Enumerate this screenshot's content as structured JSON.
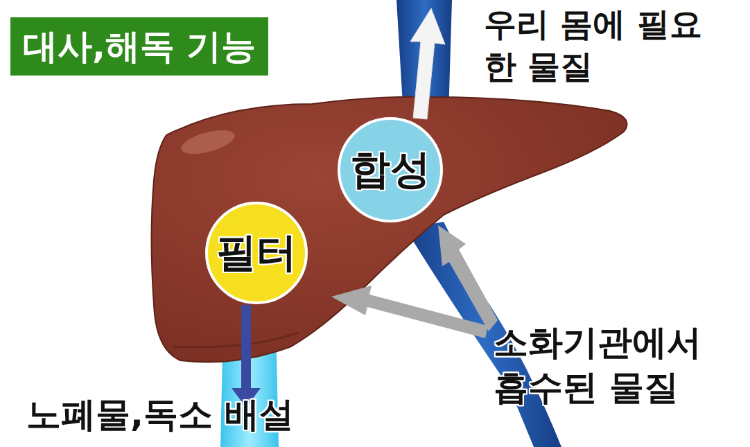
{
  "diagram": {
    "title": "대사,해독 기능",
    "nodes": [
      {
        "text": [
          "합성"
        ]
      },
      {
        "text": [
          "필터"
        ]
      }
    ],
    "labels": [
      "우리 몸에 필요한 물질",
      "소화기관에서 흡수된 물질",
      "노폐물,독소 배설"
    ]
  }
}
